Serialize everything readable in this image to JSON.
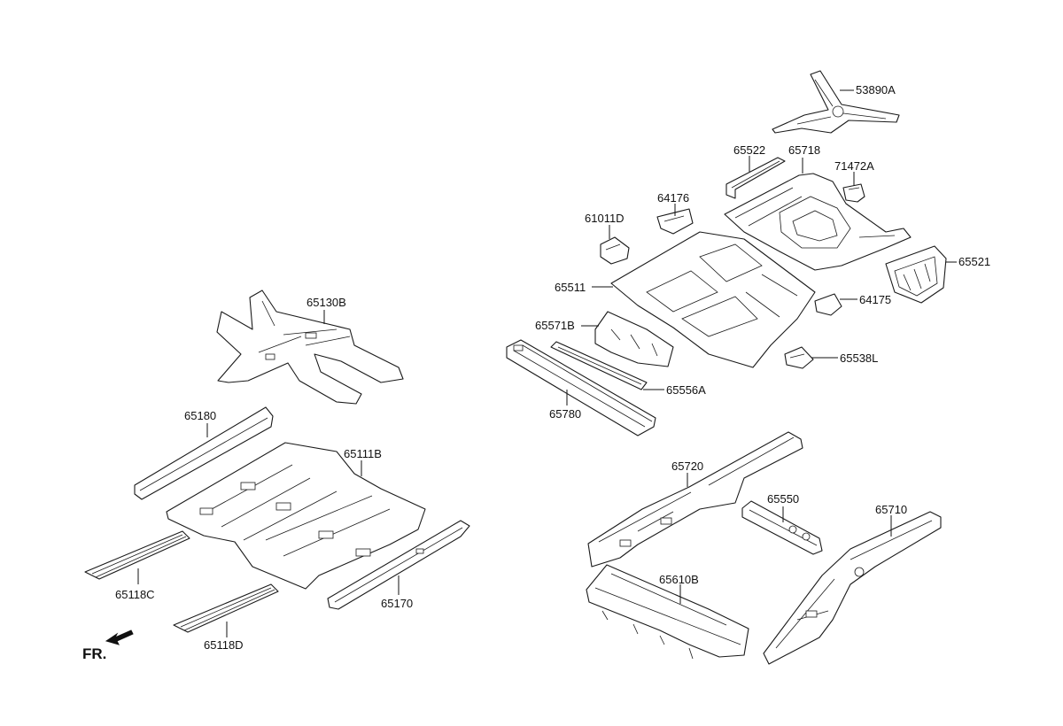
{
  "labels": {
    "p53890A": "53890A",
    "p65522": "65522",
    "p65718": "65718",
    "p71472A": "71472A",
    "p64176": "64176",
    "p61011D": "61011D",
    "p65521": "65521",
    "p65511": "65511",
    "p64175": "64175",
    "p65571B": "65571B",
    "p65538L": "65538L",
    "p65556A": "65556A",
    "p65780": "65780",
    "p65130B": "65130B",
    "p65180": "65180",
    "p65111B": "65111B",
    "p65118C": "65118C",
    "p65170": "65170",
    "p65118D": "65118D",
    "p65720": "65720",
    "p65550": "65550",
    "p65710": "65710",
    "p65610B": "65610B"
  },
  "orientation": {
    "text": "FR.",
    "icon": "arrow-front-icon"
  }
}
